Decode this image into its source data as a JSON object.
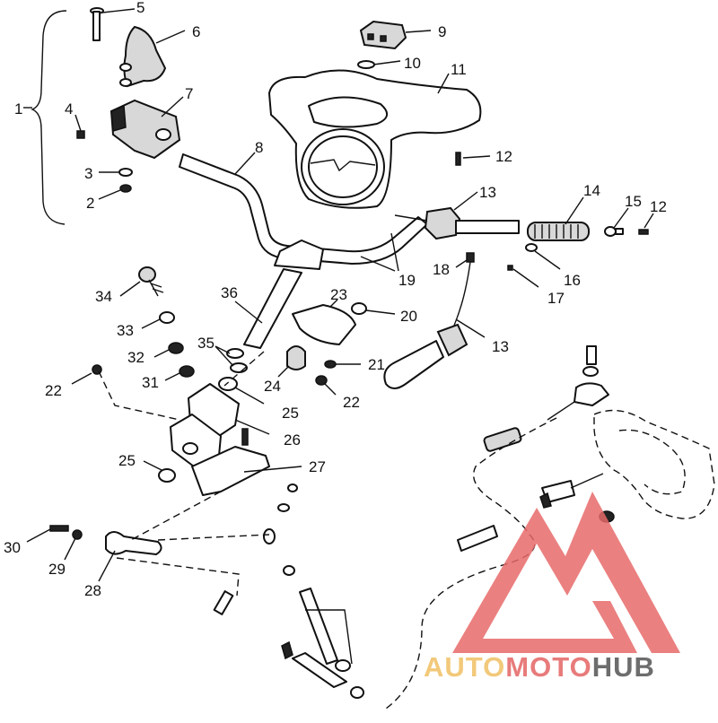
{
  "callouts": {
    "n1": "1",
    "n2": "2",
    "n3": "3",
    "n4": "4",
    "n5": "5",
    "n6": "6",
    "n7": "7",
    "n8": "8",
    "n9": "9",
    "n10": "10",
    "n11": "11",
    "n12a": "12",
    "n12b": "12",
    "n13a": "13",
    "n13b": "13",
    "n14": "14",
    "n15": "15",
    "n16": "16",
    "n17": "17",
    "n18": "18",
    "n19": "19",
    "n20": "20",
    "n21": "21",
    "n22a": "22",
    "n22b": "22",
    "n23": "23",
    "n24": "24",
    "n25a": "25",
    "n25b": "25",
    "n26": "26",
    "n27": "27",
    "n28": "28",
    "n29": "29",
    "n30": "30",
    "n31": "31",
    "n32": "32",
    "n33": "33",
    "n34": "34",
    "n35": "35",
    "n36": "36"
  },
  "watermark": {
    "part1": "AUTO",
    "part2": "MOTO",
    "part3": "HUB",
    "color_auto": "#f2c97a",
    "color_moto": "#e87b7b",
    "color_hub": "#6d6d6d",
    "logo_color": "#e86a6a"
  }
}
